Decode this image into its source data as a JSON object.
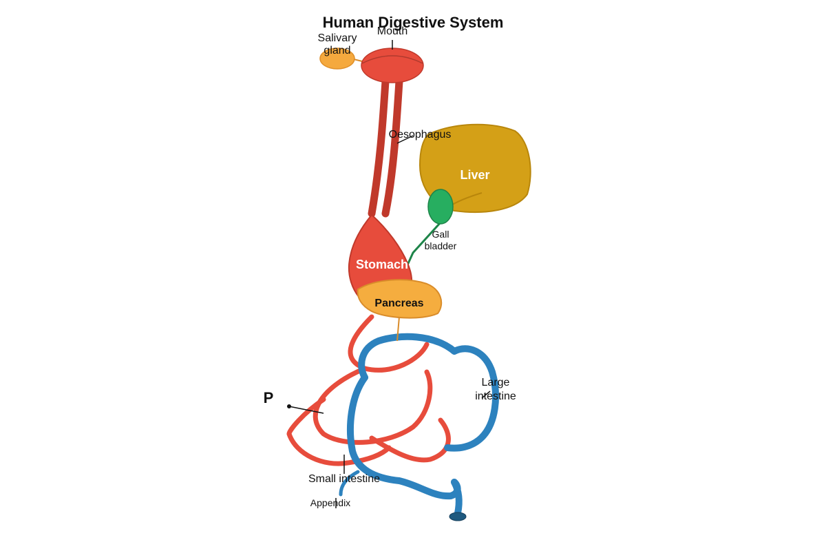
{
  "title": "Human Digestive System",
  "labels": {
    "mouth": "Mouth",
    "salivary_1": "Salivary",
    "salivary_2": "gland",
    "oesophagus": "Oesophagus",
    "liver": "Liver",
    "gall_1": "Gall",
    "gall_2": "bladder",
    "stomach": "Stomach",
    "pancreas": "Pancreas",
    "large_1": "Large",
    "large_2": "intestine",
    "p": "P",
    "small_intestine": "Small intestine",
    "appendix": "Appendix"
  },
  "colors": {
    "red_organ": "#e74c3c",
    "oesophagus": "#c0392b",
    "salivary": "#f5a93e",
    "liver": "#d4a017",
    "gall_bladder": "#27ae60",
    "pancreas": "#f5ad3f",
    "large_intestine": "#2d82be",
    "rectum": "#1f5a80",
    "duct": "#1e8449"
  }
}
